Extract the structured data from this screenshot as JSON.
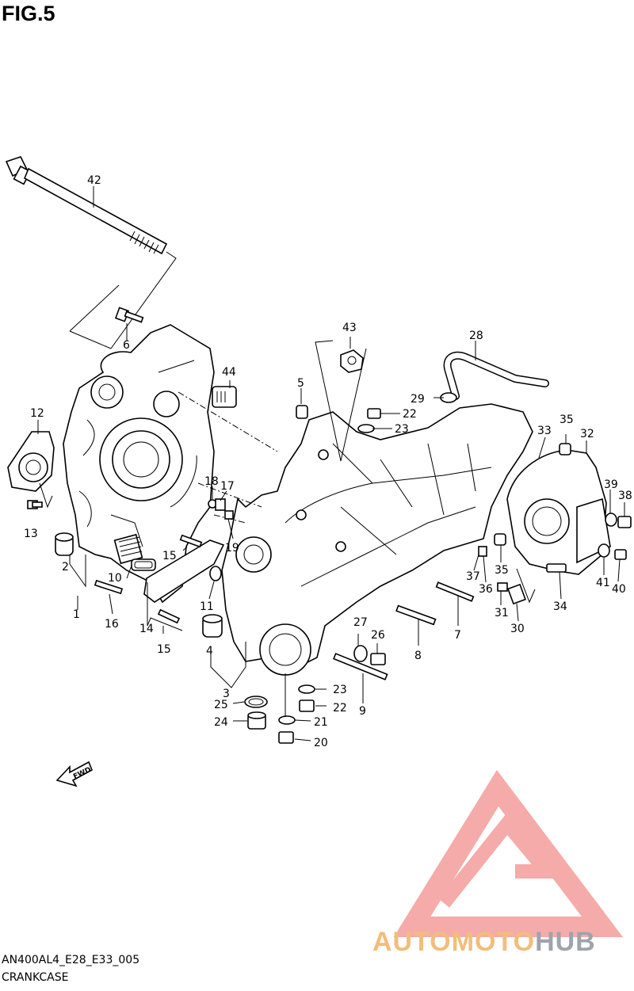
{
  "figure": {
    "title": "FIG.5",
    "model_code": "AN400AL4_E28_E33_005",
    "section_name": "CRANKCASE"
  },
  "fwd_arrow_label": "FWD",
  "watermark": {
    "text_part1": "AUTOMOTO",
    "text_part2": "HUB",
    "color_primary": "#f4a3a0",
    "color_text1": "#f2bd7c",
    "color_text2": "#9fa3ab"
  },
  "callouts": {
    "c1": "1",
    "c2": "2",
    "c3": "3",
    "c4": "4",
    "c5": "5",
    "c6": "6",
    "c7": "7",
    "c8": "8",
    "c9": "9",
    "c10": "10",
    "c11": "11",
    "c12": "12",
    "c13": "13",
    "c14": "14",
    "c15a": "15",
    "c15b": "15",
    "c16": "16",
    "c17": "17",
    "c18": "18",
    "c19": "19",
    "c20": "20",
    "c21": "21",
    "c22a": "22",
    "c22b": "22",
    "c23a": "23",
    "c23b": "23",
    "c24": "24",
    "c25": "25",
    "c26": "26",
    "c27": "27",
    "c28": "28",
    "c29": "29",
    "c30": "30",
    "c31": "31",
    "c32": "32",
    "c33": "33",
    "c34": "34",
    "c35a": "35",
    "c35b": "35",
    "c36": "36",
    "c37": "37",
    "c38": "38",
    "c39": "39",
    "c40": "40",
    "c41": "41",
    "c42": "42",
    "c43": "43",
    "c44": "44"
  }
}
